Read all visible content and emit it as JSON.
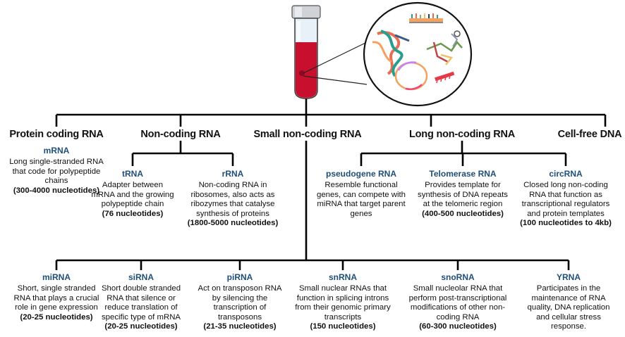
{
  "categories": {
    "protein_coding": "Protein coding RNA",
    "non_coding": "Non-coding RNA",
    "small_non_coding": "Small non-coding RNA",
    "long_non_coding": "Long non-coding RNA",
    "cell_free": "Cell-free DNA"
  },
  "mrna": {
    "title": "mRNA",
    "desc": "Long single-stranded RNA that code for polypeptide chains",
    "len": "(300-4000 nucleotides)"
  },
  "trna": {
    "title": "tRNA",
    "desc": "Adapter between mRNA and the growing polypeptide chain",
    "len": "(76 nucleotides)"
  },
  "rrna": {
    "title": "rRNA",
    "desc": "Non-coding RNA in ribosomes, also acts as ribozymes that catalyse synthesis of proteins",
    "len": "(1800-5000 nucleotides)"
  },
  "pseudogene": {
    "title": "pseudogene RNA",
    "desc": "Resemble functional genes, can compete with miRNA that target parent genes",
    "len": ""
  },
  "telomerase": {
    "title": "Telomerase RNA",
    "desc": "Provides template for synthesis of DNA repeats at the telomeric region",
    "len": "(400-500 nucleotides)"
  },
  "circrna": {
    "title": "circRNA",
    "desc": "Closed long non-coding RNA that function as transcriptional regulators and protein templates",
    "len": "(100 nucleotides to 4kb)"
  },
  "mirna": {
    "title": "miRNA",
    "desc": "Short, single stranded RNA that plays a crucial role in gene expression",
    "len": "(20-25 nucleotides)"
  },
  "sirna": {
    "title": "siRNA",
    "desc": "Short double stranded RNA that silence or reduce translation of specific type of mRNA",
    "len": "(20-25 nucleotides)"
  },
  "pirna": {
    "title": "piRNA",
    "desc": "Act on transposon RNA by silencing the transcription of transposons",
    "len": "(21-35 nucleotides)"
  },
  "snrna": {
    "title": "snRNA",
    "desc": "Small nuclear RNAs that function in splicing introns from their genomic primary transcripts",
    "len": "(150 nucleotides)"
  },
  "snorna": {
    "title": "snoRNA",
    "desc": "Small nucleolar RNA that perform post-transcriptional modifications of other non-coding RNA",
    "len": "(60-300 nucleotides)"
  },
  "yrna": {
    "title": "YRNA",
    "desc": "Participates in the maintenance of RNA quality, DNA replication and cellular stress response.",
    "len": ""
  },
  "colors": {
    "line": "#000000",
    "title": "#1f4e79",
    "blood": "#c8102e"
  },
  "icons": {
    "tube": "blood-sample-tube-icon",
    "magnifier": "rna-structures-magnifier-icon"
  }
}
